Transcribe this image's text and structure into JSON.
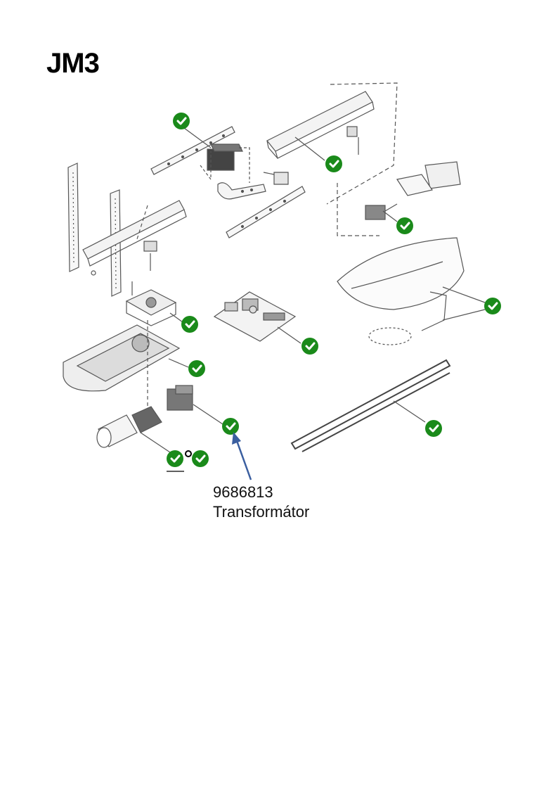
{
  "page": {
    "title": "JM3"
  },
  "callout": {
    "part_number": "9686813",
    "part_name": "Transformátor"
  },
  "colors": {
    "check_fill": "#1a8a1a",
    "check_mark": "#ffffff",
    "arrow": "#3b5fa0",
    "line_art": "#555555"
  },
  "icons": {
    "available": "check-circle-icon",
    "pointer": "arrow-icon"
  }
}
